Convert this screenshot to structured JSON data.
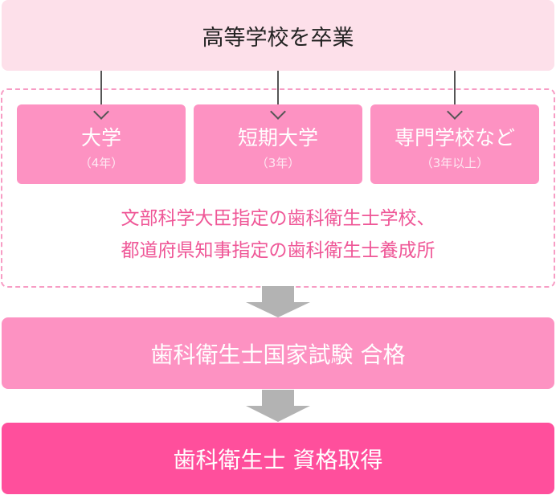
{
  "top": {
    "label": "高等学校を卒業"
  },
  "schools": [
    {
      "name": "大学",
      "years": "（4年）"
    },
    {
      "name": "短期大学",
      "years": "（3年）"
    },
    {
      "name": "専門学校など",
      "years": "（3年以上）"
    }
  ],
  "note": {
    "line1": "文部科学大臣指定の歯科衛生士学校、",
    "line2": "都道府県知事指定の歯科衛生士養成所"
  },
  "exam": {
    "label": "歯科衛生士国家試験 合格"
  },
  "final": {
    "label": "歯科衛生士 資格取得"
  },
  "colors": {
    "top": "#fde0ea",
    "school": "#fd92c2",
    "note": "#ef5797",
    "exam": "#fd92c2",
    "final": "#ff4f9c",
    "arrow": "#b3b3b3"
  }
}
